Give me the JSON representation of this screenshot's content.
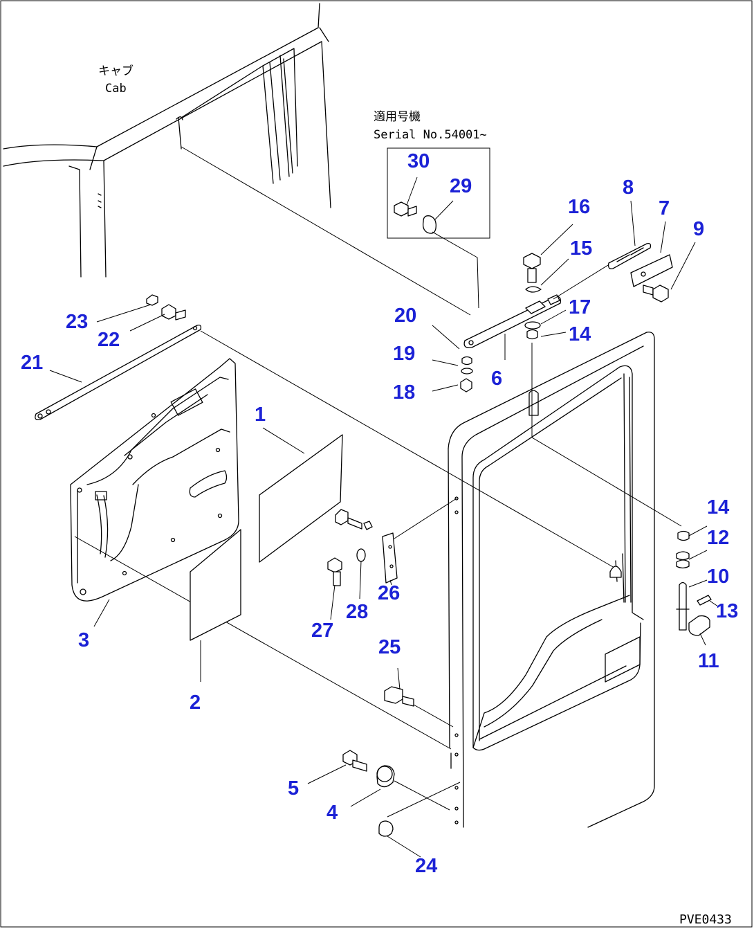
{
  "notes": {
    "cab_jp": "キャブ",
    "cab_en": "Cab",
    "serial_jp": "適用号機",
    "serial_en": "Serial No.54001~"
  },
  "drawing_code": "PVE0433",
  "callouts": {
    "c1": "1",
    "c2": "2",
    "c3": "3",
    "c4": "4",
    "c5": "5",
    "c6": "6",
    "c7": "7",
    "c8": "8",
    "c9": "9",
    "c10": "10",
    "c11": "11",
    "c12": "12",
    "c13": "13",
    "c14a": "14",
    "c14b": "14",
    "c15": "15",
    "c16": "16",
    "c17": "17",
    "c18": "18",
    "c19": "19",
    "c20": "20",
    "c21": "21",
    "c22": "22",
    "c23": "23",
    "c24": "24",
    "c25": "25",
    "c26": "26",
    "c27": "27",
    "c28": "28",
    "c29": "29",
    "c30": "30"
  },
  "colors": {
    "callout": "#1c22d6",
    "line": "#000000",
    "background": "#ffffff"
  }
}
